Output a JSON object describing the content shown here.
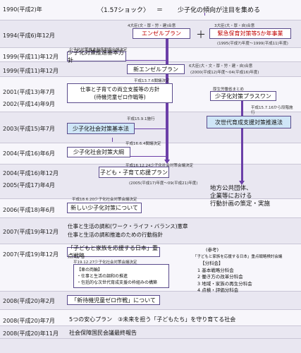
{
  "rows": {
    "r1990": {
      "date": "1990(平成2)年",
      "shock": "〈1.57ショック〉",
      "eq": "＝",
      "text": "少子化の傾向が注目を集める"
    },
    "r1994": {
      "date": "1994(平成6)年12月",
      "note1": "4大臣(文・厚・労・建)合意",
      "box1": "エンゼルプラン",
      "plus": "＋",
      "note2": "3大臣(大・厚・自)合意",
      "box2": "緊急保育対策等5か年事業",
      "period": "(1995(平成7)年度〜1999(平成11)年度)"
    },
    "r1999a": {
      "date": "1999(平成11)年12月",
      "note": "少子化対策推進関係閣僚会議決定",
      "box": "少子化対策推進基本方針"
    },
    "r1999b": {
      "date": "1999(平成11)年12月",
      "box": "新エンゼルプラン",
      "note1": "6大臣(大・文・厚・労・建・自)合意",
      "note2": "(2000(平成12)年度〜04(平成16)年度)"
    },
    "r2001": {
      "date": "2001(平成13)年7月",
      "note": "平成13.7.6閣議決定",
      "box_line1": "仕事と子育ての両立支援等の方針",
      "box_line2": "(待機児童ゼロ作戦等)"
    },
    "r2002": {
      "date": "2002(平成14)年9月",
      "note": "厚生労働省まとめ",
      "box": "少子化対策プラスワン"
    },
    "r2003": {
      "date": "2003(平成15)年7月",
      "note1": "平成15.9.1施行",
      "box1": "少子化社会対策基本法",
      "note2": "平成15.7.16から段階施行",
      "box2": "次世代育成支援対策推進法"
    },
    "r2004a": {
      "date": "2004(平成16)年6月",
      "note": "平成16.6.4閣議決定",
      "box": "少子化社会対策大綱"
    },
    "r2004b": {
      "date": "2004(平成16)年12月",
      "note": "平成16.12.24少子化社会対策会議決定",
      "box": "子ども・子育て応援プラン",
      "period": "(2005(平成17)年度〜09(平成21)年度)",
      "local1": "地方公共団体、",
      "local2": "企業等における",
      "local3": "行動計画の策定・実施"
    },
    "r2005": {
      "date": "2005(平成17)年4月"
    },
    "r2006": {
      "date": "2006(平成18)年6月",
      "note": "平成18.6.20少子化社会対策会議決定",
      "box": "新しい少子化対策について"
    },
    "r2007a": {
      "date": "2007(平成19)年12月",
      "line1": "仕事と生活の調和(ワーク・ライフ・バランス)憲章",
      "line2": "仕事と生活の調和推進のための行動指針"
    },
    "r2007b": {
      "date": "2007(平成19)年12月",
      "box": "「子どもと家族を応援する日本」重点戦略",
      "note": "平19.12.27少子化社会対策会議決定",
      "wheel_title": "【車の両輪】",
      "wheel1": "・仕事と生活の調和の推進",
      "wheel2": "・包括的な次世代育成支援の枠組みの構築",
      "ref_title": "(参考)",
      "ref_sub1": "「子どもと家族を応援する日本」重点戦略検討会議",
      "ref_sub2": "【分科会】",
      "ref1": "1 基本戦略分科会",
      "ref2": "2 働き方の改革分科会",
      "ref3": "3 地域・家族の再生分科会",
      "ref4": "4 点検・評価分科会"
    },
    "r2008a": {
      "date": "2008(平成20)年2月",
      "box": "「新待機児童ゼロ作戦」について"
    },
    "r2008b": {
      "date": "2008(平成20)年7月",
      "text": "5つの安心プラン　③未来を担う「子どもたち」を守り育てる社会"
    },
    "r2008c": {
      "date": "2008(平成20)年11月",
      "text": "社会保障国民会議最終報告"
    }
  }
}
